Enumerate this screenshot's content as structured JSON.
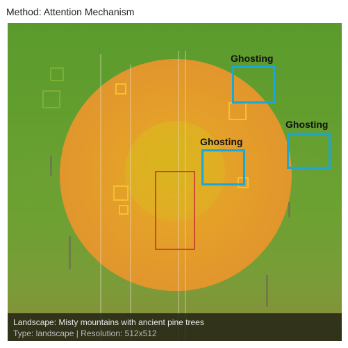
{
  "method_title": "Method: Attention Mechanism",
  "labels": {
    "ghost_1": "Ghosting",
    "ghost_2": "Ghosting",
    "ghost_3": "Ghosting"
  },
  "caption": {
    "title": "Landscape: Misty mountains with ancient pine trees",
    "meta": "Type: landscape | Resolution: 512x512"
  },
  "colors": {
    "ghost_box": "#1aa6d6",
    "attention_box": "#f3c230",
    "focus_box": "#c84a2a",
    "heat_outer": "#e39a2a",
    "heat_inner": "#d9b51e",
    "background": "#5a9a2c"
  }
}
